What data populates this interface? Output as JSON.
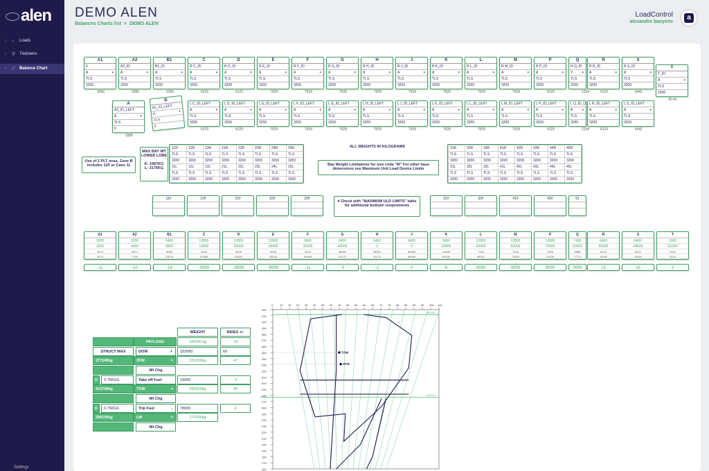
{
  "sidebar": {
    "items": [
      {
        "label": "Loads"
      },
      {
        "label": "Tiedowns"
      },
      {
        "label": "Balance Chart"
      }
    ],
    "settings": "Settings",
    "logo": "alen"
  },
  "header": {
    "title": "DEMO ALEN",
    "crumbs": [
      "Balances Charts list",
      ">",
      "DEMO ALEN"
    ],
    "app": "LoadControl",
    "user": "alexandre baeyens",
    "avatar": "a"
  },
  "bays_main": [
    {
      "h": "A1",
      "id": "6",
      "w": "3200",
      "n": "3356"
    },
    {
      "h": "A2",
      "id": "A2_ID",
      "w": "3200",
      "n": "3356"
    },
    {
      "h": "B1",
      "id": "B1_ID",
      "w": "3200",
      "n": "3356"
    },
    {
      "h": "C",
      "id": "R  C_ID",
      "w": "3200",
      "n": "6123"
    },
    {
      "h": "D",
      "id": "R  D_ID",
      "w": "3200",
      "n": "6123"
    },
    {
      "h": "E",
      "id": "R  E_ID",
      "w": "3200",
      "n": "7529"
    },
    {
      "h": "F",
      "id": "R  F_ID",
      "w": "3200",
      "n": "7529"
    },
    {
      "h": "G",
      "id": "R  G_ID",
      "w": "3200",
      "n": "7529"
    },
    {
      "h": "H",
      "id": "R  H_ID",
      "w": "3200",
      "n": "7529"
    },
    {
      "h": "J",
      "id": "R  J_ID",
      "w": "3200",
      "n": "7529"
    },
    {
      "h": "K",
      "id": "R  K_ID",
      "w": "3200",
      "n": "7529"
    },
    {
      "h": "L",
      "id": "R  L_ID",
      "w": "3200",
      "n": "7529"
    },
    {
      "h": "M",
      "id": "R  M_ID",
      "w": "3200",
      "n": "7529"
    },
    {
      "h": "P",
      "id": "R  P_ID",
      "w": "3200",
      "n": "6123"
    },
    {
      "h": "Q",
      "id": "R  Q_ID",
      "w": "3200",
      "n": "1234",
      "sel": "Y"
    },
    {
      "h": "R",
      "id": "R  R_ID",
      "w": "3200",
      "n": "6123"
    },
    {
      "h": "S",
      "id": "R  S_ID",
      "w": "3200",
      "n": "6441"
    }
  ],
  "bay_T": {
    "h": "T",
    "id": "T_ID",
    "w": "1000",
    "n": "20.41"
  },
  "bays_left": [
    {
      "id": "L  C_ID_LEFT",
      "w": "3200",
      "n": "6123"
    },
    {
      "id": "L  D_ID_LEFT",
      "w": "3200",
      "n": "6123"
    },
    {
      "id": "L  E_ID_LEFT",
      "w": "3200",
      "n": "7529"
    },
    {
      "id": "L  F_ID_LEFT",
      "w": "3200",
      "n": "7529"
    },
    {
      "id": "L  G_ID_LEFT",
      "w": "3200",
      "n": "7529"
    },
    {
      "id": "L  H_ID_LEFT",
      "w": "3200",
      "n": "7529"
    },
    {
      "id": "L  J_ID_LEFT",
      "w": "3200",
      "n": "7529"
    },
    {
      "id": "L  K_ID_LEFT",
      "w": "3200",
      "n": "7529"
    },
    {
      "id": "L  L_ID_LEFT",
      "w": "3200",
      "n": "7529"
    },
    {
      "id": "L  M_ID_LEFT",
      "w": "3200",
      "n": "7529"
    },
    {
      "id": "L  P_ID_LEFT",
      "w": "3200",
      "n": "6123"
    },
    {
      "id": "L  Q_ID_LEFT",
      "w": "3200",
      "n": "1234"
    },
    {
      "id": "L  R_ID_LEFT",
      "w": "3200",
      "n": "6123"
    },
    {
      "id": "L  S_ID_LEFT",
      "w": "3200",
      "n": "6441"
    }
  ],
  "bay_A": {
    "h": "A",
    "id": "A2_ID_LEFT",
    "w": "0",
    "n": "3356"
  },
  "bay_B": {
    "h": "B",
    "id": "B1_ID_LEFT",
    "w": "0"
  },
  "common": {
    "sel": "A",
    "loc": "TLS"
  },
  "notes": {
    "plt": "Use of 2 PLT nose, Zone B includes 11P or Cans 11",
    "maxbay": "MAX BAY WT LOWER LOBE",
    "k": "K: 1587KG",
    "l": "L: 3175KG",
    "kilo": "ALL WEIGHTS IN KILOGRAMS",
    "baywt": "Bay Weight Limitations for size code \"M\" For other base dimensions see Maximum Unit Load Device Limits",
    "check": "# Check with \"MAXIMUM ULD LIMITS\" table for additional tiedown reuqirements"
  },
  "lower_left_heads": [
    [
      "11R",
      "12R",
      "13R",
      "21R",
      "22R",
      "23R",
      "24R",
      "25R"
    ],
    [
      "11L",
      "12L",
      "13L",
      "21L",
      "22L",
      "23L",
      "24L",
      "25L"
    ]
  ],
  "lower_right_heads": [
    [
      "31R",
      "32R",
      "33R",
      "41R",
      "42R",
      "43R",
      "44R",
      "45R"
    ],
    [
      "31L",
      "32L",
      "33L",
      "41L",
      "42L",
      "43L",
      "44L",
      "45L"
    ]
  ],
  "lower_w": "3200",
  "cells_row": [
    "11#",
    "12#",
    "21#",
    "22#",
    "23#",
    "31#",
    "32#",
    "41#",
    "42#",
    "51"
  ],
  "sums": [
    {
      "h": "A1",
      "v1": "3200",
      "v2": "3200",
      "s1": "3674",
      "s2": "3674"
    },
    {
      "h": "A2",
      "v1": "3200",
      "v2": "6400",
      "s1": "3674",
      "s2": "7190"
    },
    {
      "h": "B1",
      "v1": "6400",
      "v2": "9600",
      "s1": "8388",
      "s2": "13578"
    },
    {
      "h": "C",
      "v1": "12800",
      "v2": "12800",
      "s1": "5426",
      "s2": "22980"
    },
    {
      "h": "D",
      "v1": "12800",
      "v2": "25600",
      "s1": "5426",
      "s2": "26600"
    },
    {
      "h": "E",
      "v1": "12800",
      "v2": "38400",
      "s1": "5426",
      "s2": "43003"
    },
    {
      "h": "F",
      "v1": "9600",
      "v2": "35200",
      "s1": "5426",
      "s2": "50668"
    },
    {
      "h": "G",
      "v1": "6400",
      "v2": "40000",
      "s1": "36569",
      "s2": "61170"
    },
    {
      "h": "H",
      "v1": "6400",
      "v2": "0",
      "s1": "35569",
      "s2": "51170"
    },
    {
      "h": "J",
      "v1": "6400",
      "v2": "0",
      "s1": "56569",
      "s2": "58468"
    },
    {
      "h": "K",
      "v1": "9600",
      "v2": "54800",
      "s1": "14805",
      "s2": "60000"
    },
    {
      "h": "L",
      "v1": "12800",
      "v2": "66400",
      "s1": "7426",
      "s2": "65007"
    },
    {
      "h": "M",
      "v1": "12800",
      "v2": "60000",
      "s1": "7426",
      "s2": "72895"
    },
    {
      "h": "P",
      "v1": "12800",
      "v2": "70000",
      "s1": "7426",
      "s2": "24205"
    },
    {
      "h": "Q",
      "v1": "7400",
      "v2": "60000",
      "s1": "6988",
      "s2": "77722"
    },
    {
      "h": "R",
      "v1": "6400",
      "v2": "60000",
      "s1": "6123",
      "s2": "10000"
    },
    {
      "h": "S",
      "v1": "6400",
      "v2": "68600",
      "s1": "6441",
      "s2": "10000"
    },
    {
      "h": "T",
      "v1": "1000",
      "v2": "62300",
      "s1": "2041",
      "s2": "3241"
    }
  ],
  "index": [
    "-11",
    "-10",
    "-16",
    "-9999",
    "-9999",
    "-9999",
    "-11",
    "-5",
    "-2",
    "0",
    "6",
    "9999",
    "9999",
    "9999",
    "9999",
    "15",
    "16",
    "3"
  ],
  "wtable": {
    "weight": "WEIGHT",
    "index": "INDEX +/-",
    "payload": "PAYLOAD",
    "payload_v": "149200 kg",
    "payload_i": "-33",
    "struct": "STRUCT MAX",
    "dow": "DOW",
    "plus": "+",
    "dow_v": "182000",
    "dow_i": "69",
    "zfw_max": "277146kg",
    "zfw": "ZFW",
    "eq": "=",
    "zfw_v": "331200kg",
    "zfw_i": "47",
    "wtchg": "Wt Chg",
    "o": "O",
    "rate": "0.76KG/L",
    "tof": "Take off Fuel",
    "tof_v": "19000",
    "tof_i": "-2",
    "tow_max": "412769kg",
    "tow": "TOW",
    "tow_v": "350200kg",
    "tow_i": "45",
    "d": "D",
    "trip": "Trip Fuel",
    "minus": "-",
    "trip_v": "78000",
    "trip_i": "4",
    "lw_max": "296195kg",
    "lw": "LW",
    "lw_v": "272200kg"
  },
  "chart_data": {
    "type": "scatter",
    "x_ticks": [
      "0",
      "10",
      "15",
      "20",
      "25",
      "30",
      "35",
      "40",
      "45",
      "50",
      "55",
      "60",
      "65",
      "70",
      "75",
      "80",
      "85",
      "90",
      "95",
      "100",
      "110"
    ],
    "y_ticks": [
      "420",
      "410",
      "400",
      "390",
      "380",
      "370",
      "360",
      "350",
      "340",
      "330",
      "320",
      "310",
      "300",
      "290",
      "280",
      "270",
      "260",
      "250",
      "240",
      "230",
      "220",
      "210",
      "200",
      "190",
      "180",
      "170",
      "160"
    ],
    "ylim": [
      160,
      420
    ],
    "points": [
      {
        "name": "TOW",
        "x": 44,
        "y": 350
      },
      {
        "name": "ZFW",
        "x": 45,
        "y": 331
      }
    ],
    "labels": {
      "mtow": "MTOW",
      "mzfw": "MZFW"
    },
    "mtow_y": 412,
    "mzfw_y": 277
  }
}
